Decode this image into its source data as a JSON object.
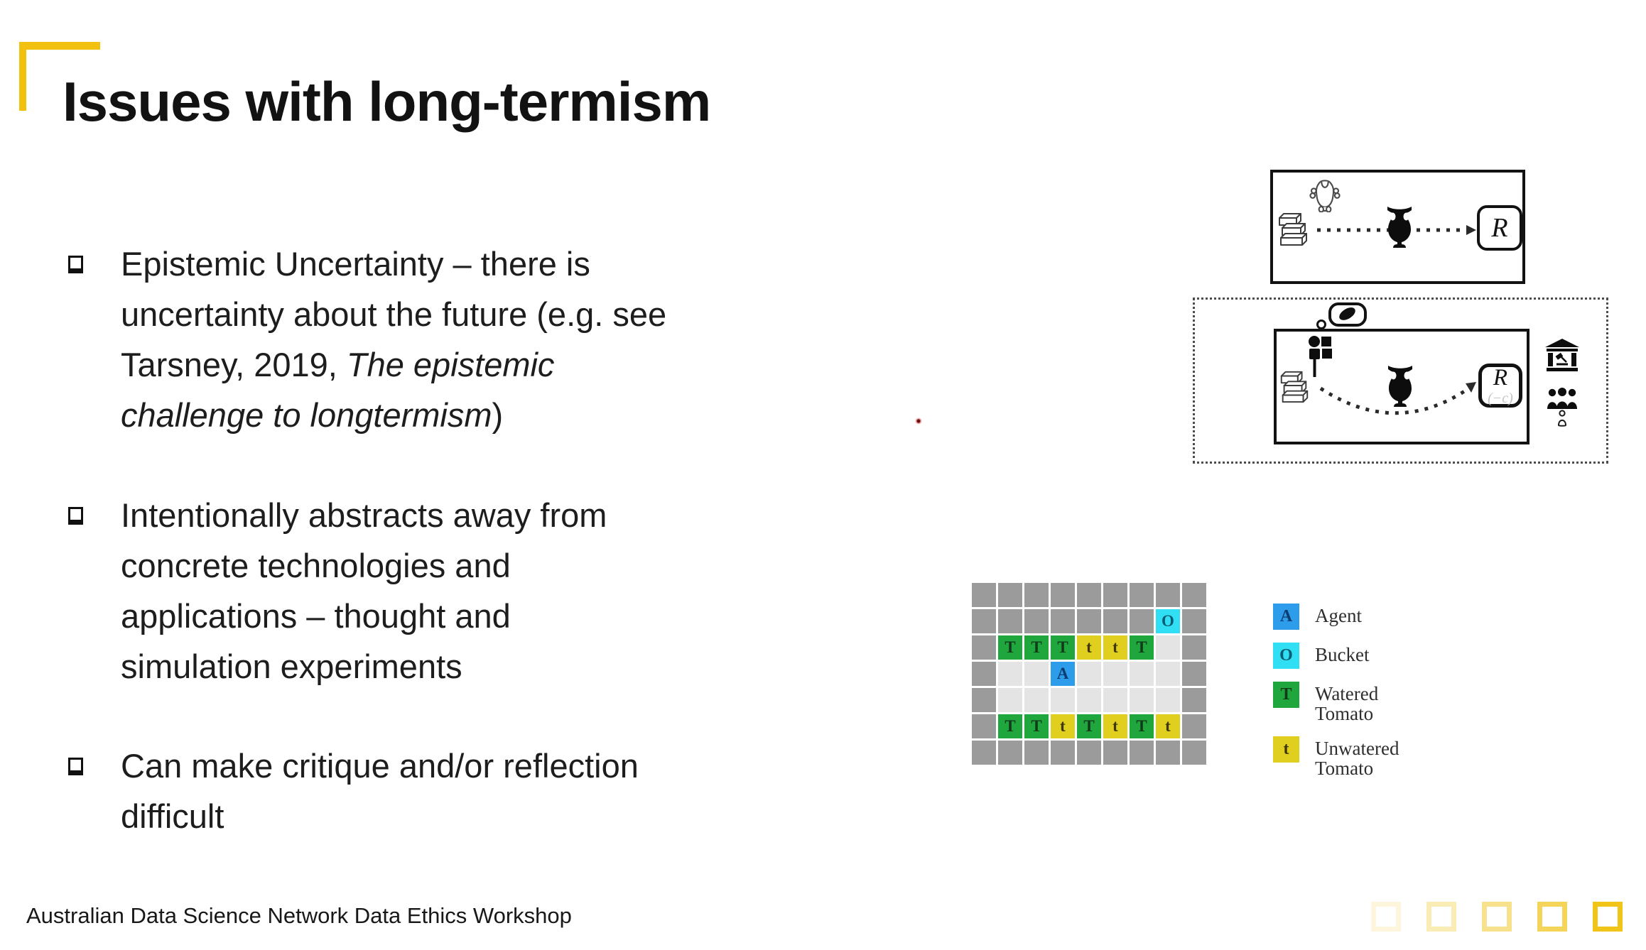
{
  "slide": {
    "title": "Issues with long-termism",
    "footer": "Australian Data Science Network Data Ethics Workshop",
    "accent_color": "#F2C110"
  },
  "bullets": [
    {
      "lines": [
        [
          {
            "t": "Epistemic Uncertainty – there is"
          }
        ],
        [
          {
            "t": "uncertainty about the future (e.g. see"
          }
        ],
        [
          {
            "t": "Tarsney, 2019, "
          },
          {
            "t": "The epistemic",
            "i": true
          }
        ],
        [
          {
            "t": "challenge to longtermism",
            "i": true
          },
          {
            "t": ")"
          }
        ]
      ]
    },
    {
      "lines": [
        [
          {
            "t": "Intentionally abstracts away from"
          }
        ],
        [
          {
            "t": "concrete technologies and"
          }
        ],
        [
          {
            "t": "applications – thought and"
          }
        ],
        [
          {
            "t": "simulation experiments"
          }
        ]
      ]
    },
    {
      "lines": [
        [
          {
            "t": "Can make critique and/or reflection"
          }
        ],
        [
          {
            "t": "difficult"
          }
        ]
      ]
    }
  ],
  "diagram_panels": {
    "outcome_panel": {
      "components": [
        "robot-icon",
        "books-stack-icon",
        "vase-icon"
      ],
      "arrow": "dotted-horizontal",
      "reward_label": "R"
    },
    "counterfactual_panel": {
      "border": "dotted",
      "components": [
        "thought-bubble-icon",
        "person-with-blocks-icon",
        "books-stack-icon",
        "vase-icon"
      ],
      "arrow": "curved-dotted",
      "reward_label": "R",
      "cost_label": "(−c)",
      "side_icons": [
        "courthouse-gavel-icon",
        "people-group-icon",
        "person-outline-icon"
      ]
    }
  },
  "gridworld": {
    "columns": 9,
    "rows": 7,
    "cells": [
      "GGGGGGGGG",
      "GGGGGGGOG",
      "GTTTttTLG",
      "GLLALLLLG",
      "GLLLLLLLG",
      "GTTtTtTtG",
      "GGGGGGGGG"
    ],
    "cell_colors": {
      "G": "#9B9B9B",
      "L": "#E4E4E4",
      "T": "#1FA63D",
      "t": "#E0CF1E",
      "A": "#2D9CEA",
      "O": "#31DFF5"
    },
    "letters": {
      "T": "T",
      "t": "t",
      "A": "A",
      "O": "O"
    },
    "letter_colors": {
      "T": "#123a1a",
      "t": "#3f3708",
      "A": "#0b3d70",
      "O": "#075e72"
    }
  },
  "legend": [
    {
      "key": "A",
      "color": "#2D9CEA",
      "letter_color": "#0b3d70",
      "label": "Agent"
    },
    {
      "key": "O",
      "color": "#31DFF5",
      "letter_color": "#075e72",
      "label": "Bucket"
    },
    {
      "key": "T",
      "color": "#1FA63D",
      "letter_color": "#123a1a",
      "label": "Watered Tomato"
    },
    {
      "key": "t",
      "color": "#E0CF1E",
      "letter_color": "#3f3708",
      "label": "Unwatered Tomato"
    }
  ],
  "progress_squares": {
    "color": "#F0C419",
    "opacities": [
      0.15,
      0.32,
      0.5,
      0.72,
      1
    ]
  },
  "laser_dot_color": "#6e0d0d"
}
